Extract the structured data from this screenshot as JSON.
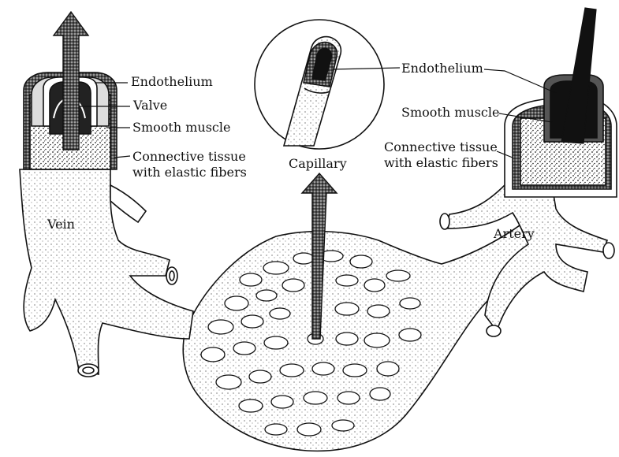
{
  "labels": {
    "vein_endothelium": "Endothelium",
    "vein_valve": "Valve",
    "vein_smooth_muscle": "Smooth muscle",
    "vein_connective_1": "Connective tissue",
    "vein_connective_2": "with elastic fibers",
    "vein": "Vein",
    "capillary": "Capillary",
    "artery_endothelium": "Endothelium",
    "artery_smooth_muscle": "Smooth muscle",
    "artery_connective_1": "Connective tissue",
    "artery_connective_2": "with elastic fibers",
    "artery": "Artery"
  },
  "colors": {
    "ink": "#111111",
    "paper": "#ffffff"
  }
}
